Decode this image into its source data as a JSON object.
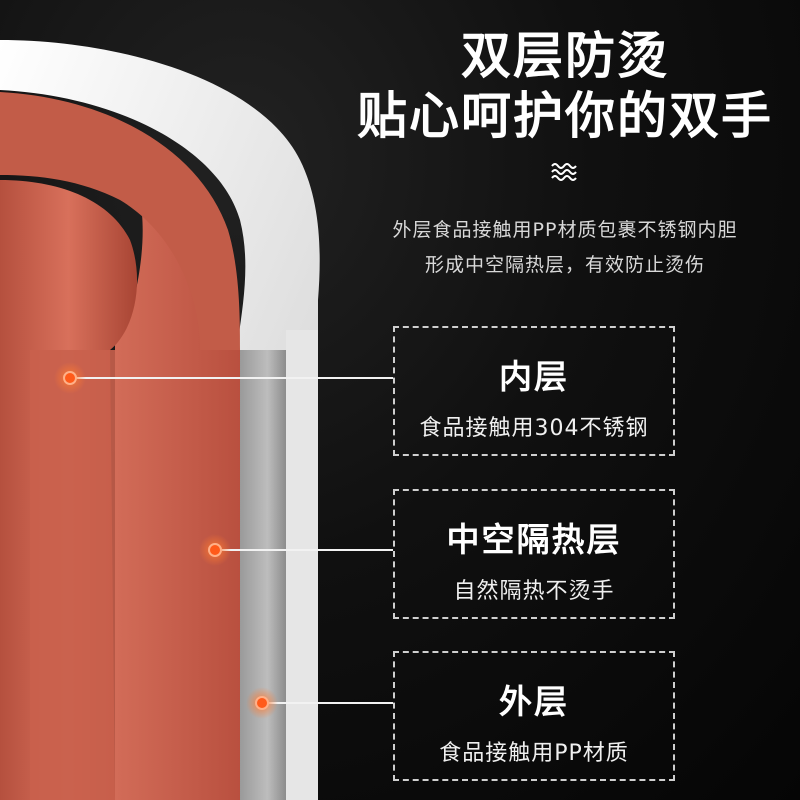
{
  "headline": {
    "line1": "双层防烫",
    "line2": "贴心呵护你的双手"
  },
  "wave_icon": "wave-icon",
  "description": {
    "line1": "外层食品接触用PP材质包裹不锈钢内胆",
    "line2": "形成中空隔热层，有效防止烫伤"
  },
  "layers": [
    {
      "title": "内层",
      "subtitle": "食品接触用304不锈钢"
    },
    {
      "title": "中空隔热层",
      "subtitle": "自然隔热不烫手"
    },
    {
      "title": "外层",
      "subtitle": "食品接触用PP材质"
    }
  ],
  "colors": {
    "inner_wall": "#c8624e",
    "outer_wall": "#e8e8e8",
    "marker": "#ff5a1a",
    "background": "#0b0b0b"
  }
}
